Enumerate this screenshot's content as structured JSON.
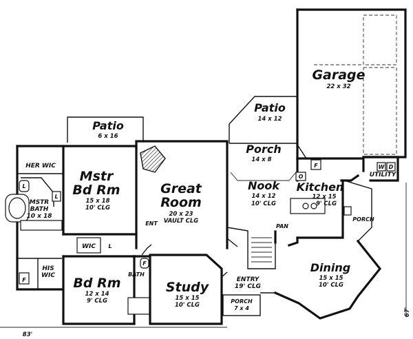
{
  "rooms": {
    "garage": {
      "name": "Garage",
      "size": "22 x 32"
    },
    "patio_top": {
      "name": "Patio",
      "size": "14 x 12"
    },
    "patio_left": {
      "name": "Patio",
      "size": "6 x 16"
    },
    "porch": {
      "name": "Porch",
      "size": "14 x 8"
    },
    "nook": {
      "name": "Nook",
      "size": "14 x 12",
      "ceiling": "10' CLG"
    },
    "kitchen": {
      "name": "Kitchen",
      "size": "12 x 15",
      "ceiling": "9' CLG"
    },
    "great": {
      "name_line1": "Great",
      "name_line2": "Room",
      "size": "20 x 23",
      "ceiling": "VAULT CLG"
    },
    "mstr": {
      "name_line1": "Mstr",
      "name_line2": "Bd Rm",
      "size": "15 x 18",
      "ceiling": "10' CLG"
    },
    "mstr_bath": {
      "name_line1": "MSTR",
      "name_line2": "BATH",
      "size": "10 x 18"
    },
    "bdrm": {
      "name": "Bd Rm",
      "size": "12 x 14",
      "ceiling": "9' CLG"
    },
    "study": {
      "name": "Study",
      "size": "15 x 15",
      "ceiling": "10' CLG"
    },
    "dining": {
      "name": "Dining",
      "size": "15 x 15",
      "ceiling": "10' CLG"
    },
    "entry": {
      "name": "ENTRY",
      "ceiling": "19' CLG"
    },
    "porch_small": {
      "name": "PORCH",
      "size": "7 x 4"
    }
  },
  "labels": {
    "her_wic": "HER WIC",
    "his_wic_1": "HIS",
    "his_wic_2": "WIC",
    "wic": "WIC",
    "bath": "BATH",
    "utility": "UTILITY",
    "porch_side": "PORCH",
    "pan": "PAN",
    "ent": "ENT",
    "w": "W",
    "d": "D",
    "f1": "F",
    "f2": "F",
    "f3": "F",
    "l1": "L",
    "l2": "L",
    "l3": "L",
    "o": "O"
  },
  "dimensions": {
    "width": "83'",
    "depth": "67'"
  }
}
